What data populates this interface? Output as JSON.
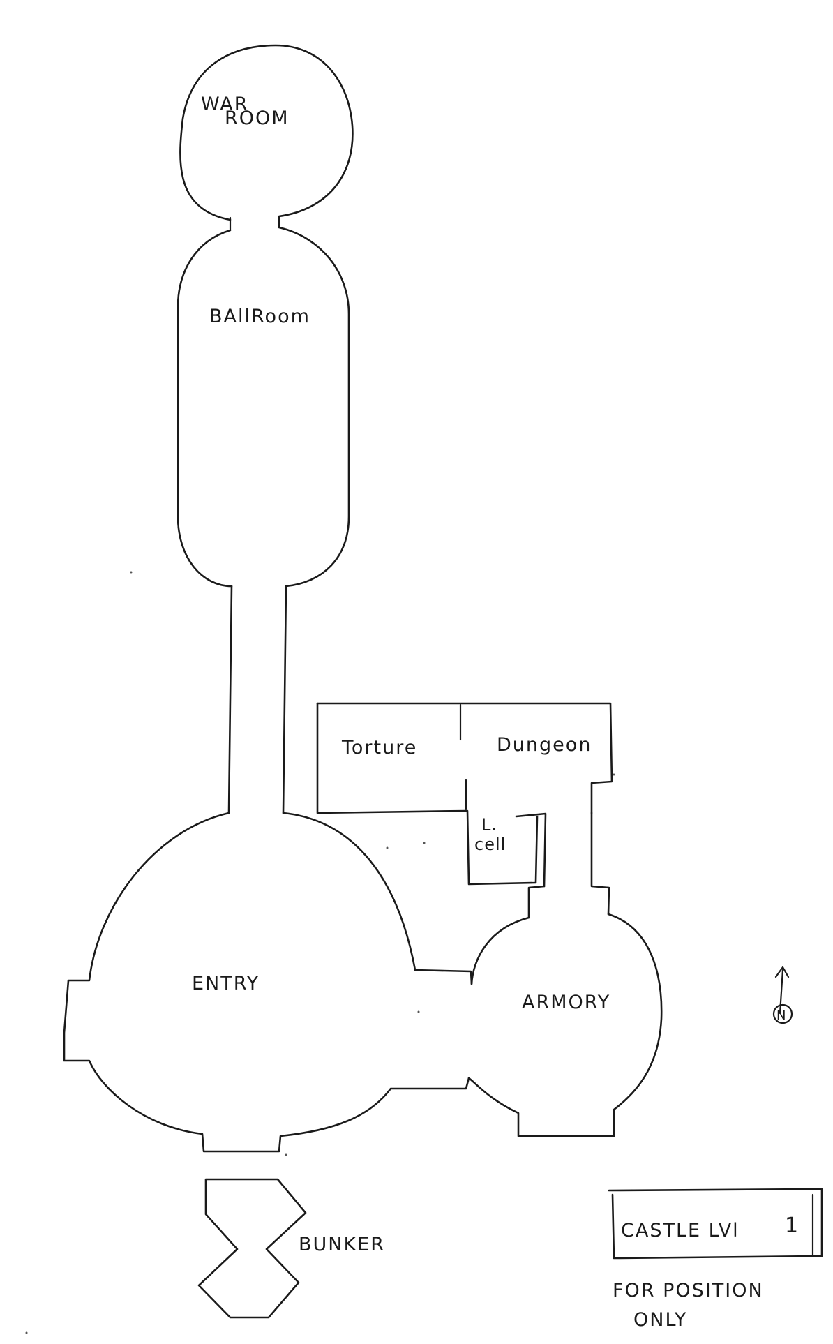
{
  "rooms": {
    "war_room": {
      "line1": "WAR",
      "line2": "ROOM"
    },
    "ballroom": "BAllRoom",
    "torture": "Torture",
    "dungeon": "Dungeon",
    "cell": {
      "line1": "L.",
      "line2": "cell"
    },
    "entry": "ENTRY",
    "armory": "ARMORY",
    "bunker": "BUNKER"
  },
  "compass": {
    "letter": "N"
  },
  "title_box": {
    "name": "CASTLE LVl",
    "level": "1"
  },
  "note": {
    "line1": "FOR POSITION",
    "line2": "ONLY"
  },
  "colors": {
    "ink": "#1a1a1a",
    "paper": "#ffffff"
  }
}
